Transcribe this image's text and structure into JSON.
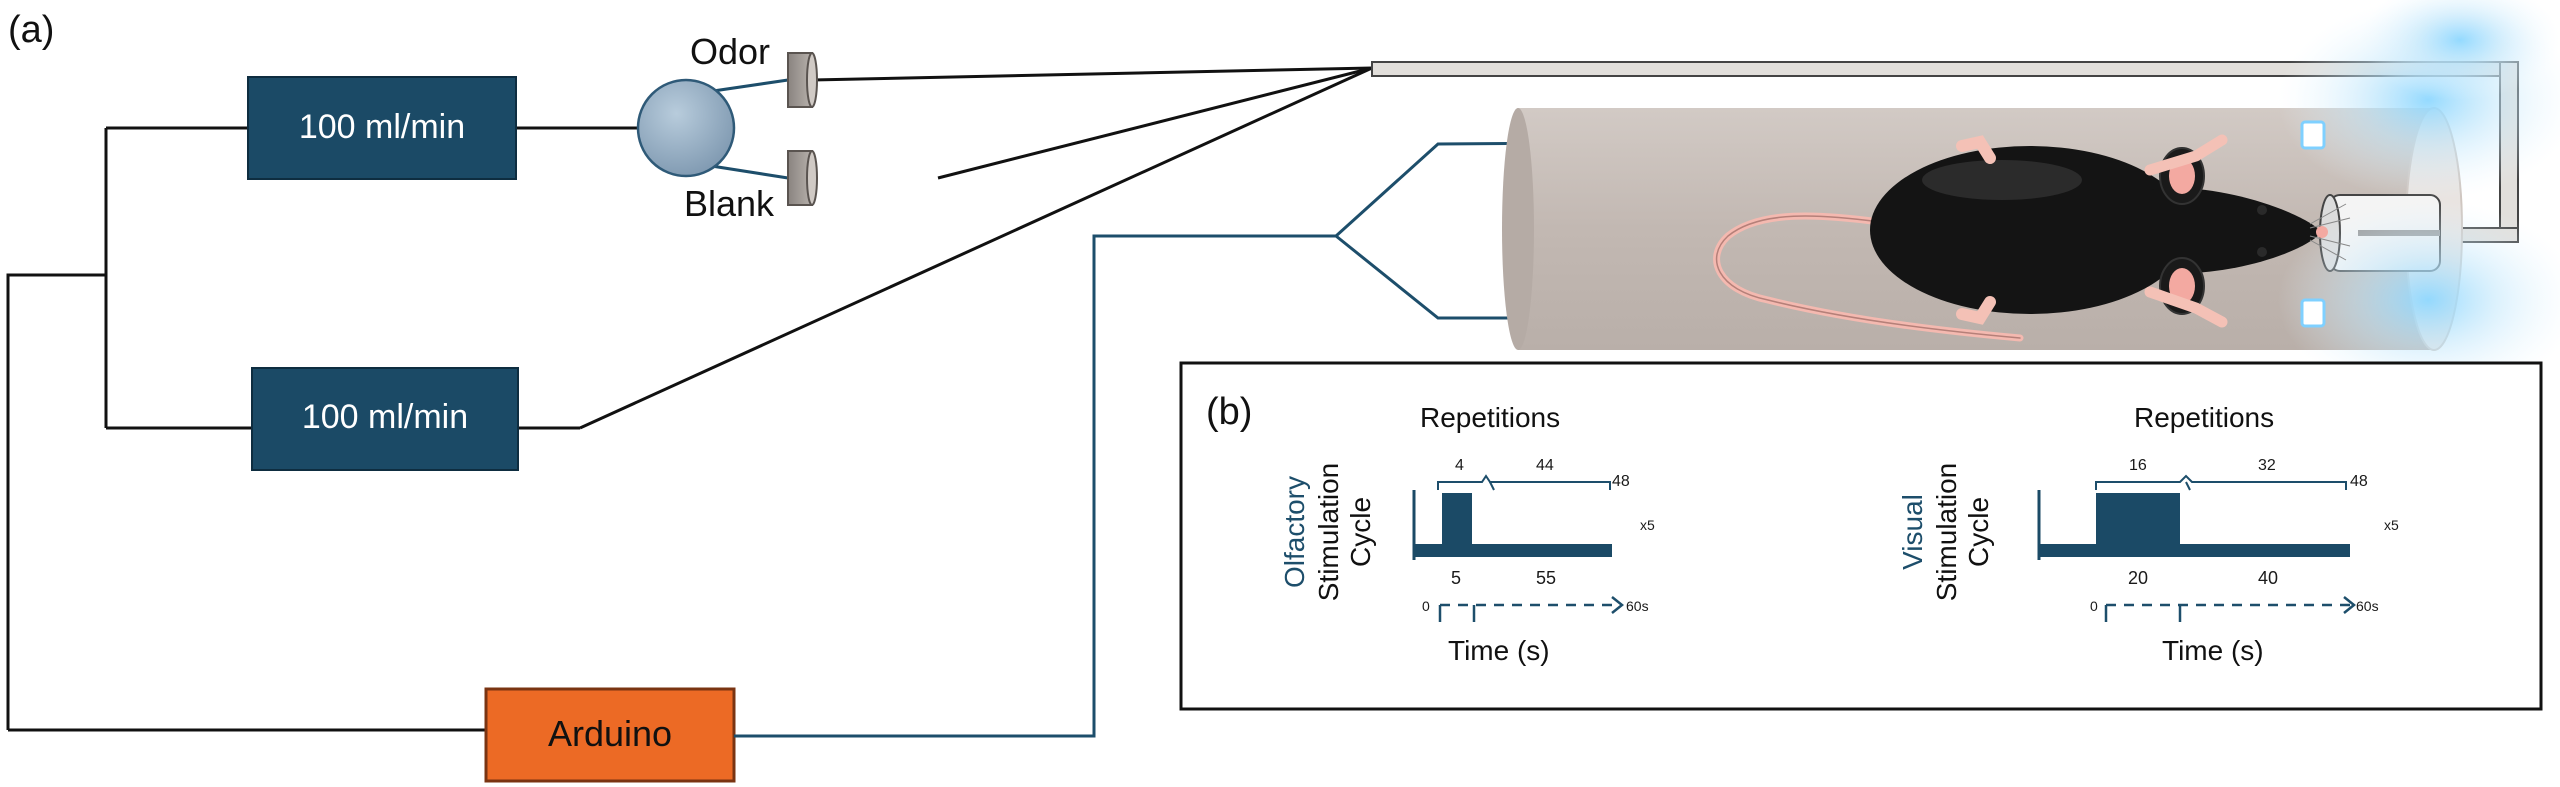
{
  "panel_a": {
    "label": "(a)",
    "flow_top": "100 ml/min",
    "flow_bottom": "100 ml/min",
    "odor": "Odor",
    "blank": "Blank",
    "arduino": "Arduino"
  },
  "panel_b": {
    "label": "(b)",
    "olfactory": {
      "word1": "Olfactory",
      "word2": "Stimulation",
      "word3": "Cycle",
      "repetitions": "Repetitions",
      "rep_4": "4",
      "rep_44": "44",
      "rep_48": "48",
      "x5": "x5",
      "dur_5": "5",
      "dur_55": "55",
      "t0": "0",
      "t60": "60s",
      "time": "Time (s)"
    },
    "visual": {
      "word1": "Visual",
      "word2": "Stimulation",
      "word3": "Cycle",
      "repetitions": "Repetitions",
      "rep_16": "16",
      "rep_32": "32",
      "rep_48": "48",
      "x5": "x5",
      "dur_20": "20",
      "dur_40": "40",
      "t0": "0",
      "t60": "60s",
      "time": "Time (s)"
    }
  },
  "colors": {
    "box_fill": "#1b4a66",
    "arduino_fill": "#ec6a25",
    "blue_line": "#1d4e6b",
    "tube": "#c5bbb5"
  }
}
